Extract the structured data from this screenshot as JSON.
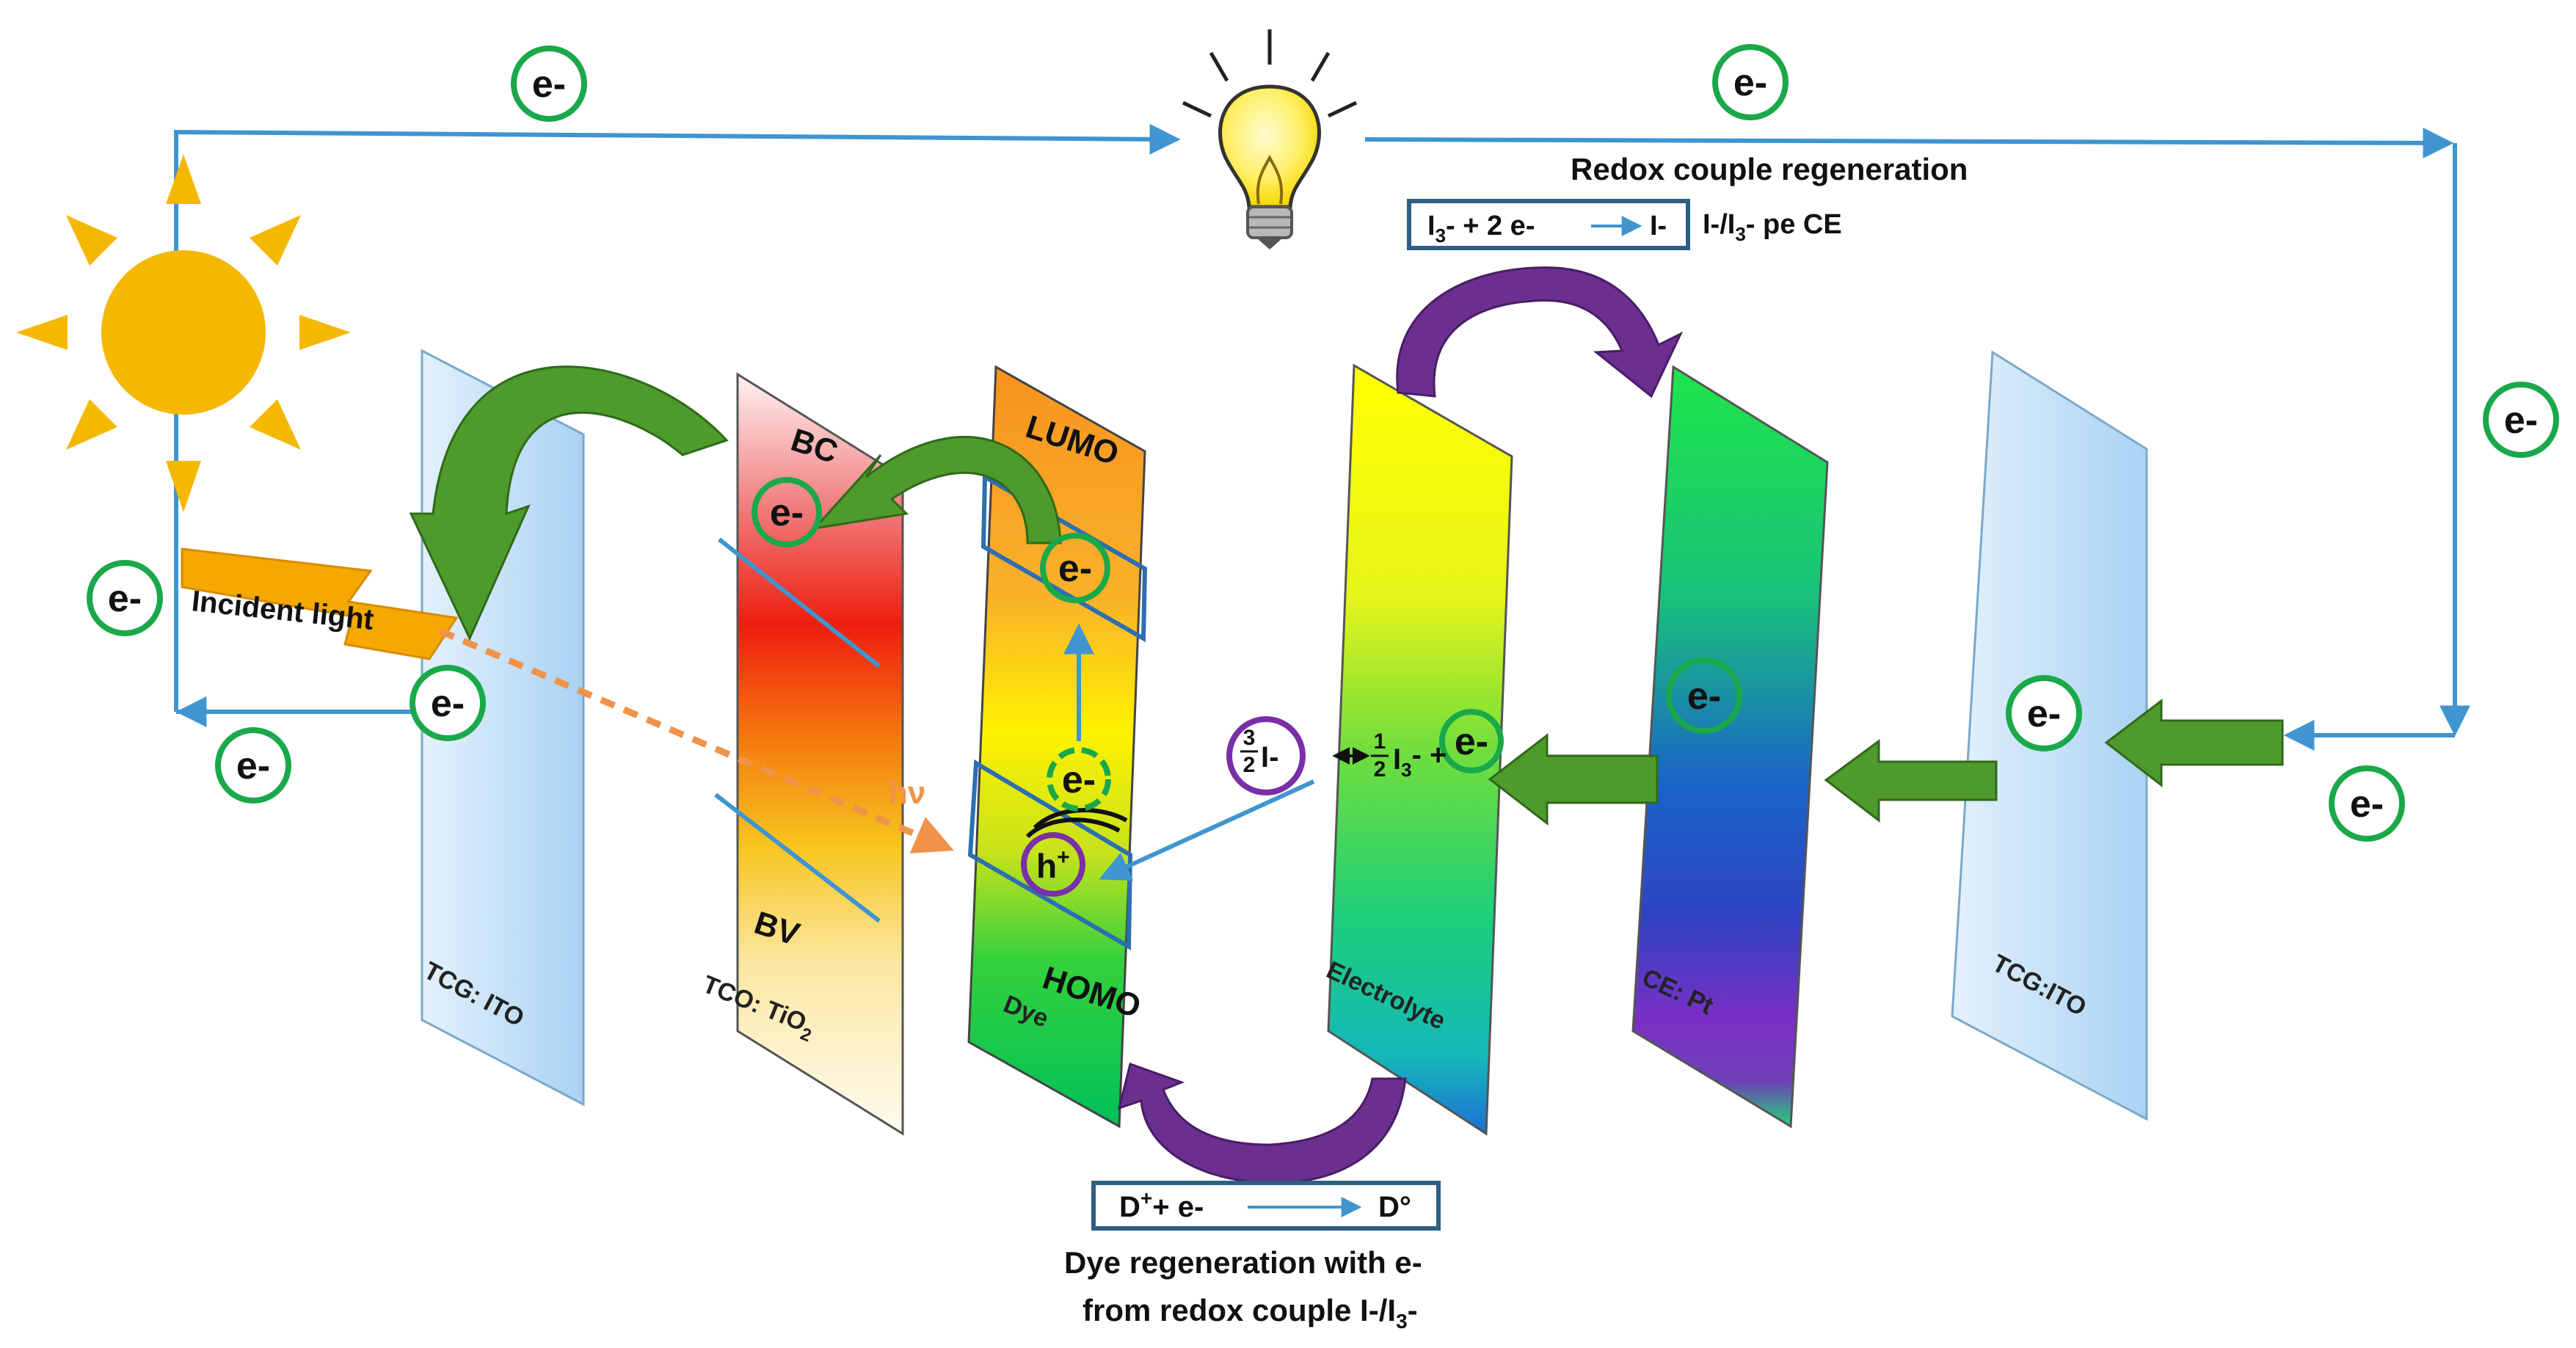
{
  "electron": "e-",
  "incident_light": "Incident light",
  "hv": "hν",
  "colors": {
    "wire": "#3f95d0",
    "ring": "#1aa84a",
    "arrow_green": "#4e9a2c",
    "arrow_purple": "#6b2f8f",
    "sun": "#f5b800",
    "hv": "#f0934a"
  },
  "panels": {
    "tcg_left": "TCG: ITO",
    "tco": "TCO: TiO",
    "tco_sub": "2",
    "dye": "Dye",
    "electrolyte": "Electrolyte",
    "ce": "CE: Pt",
    "tcg_right": "TCG:ITO"
  },
  "levels": {
    "bc": "BC",
    "bv": "BV",
    "lumo": "LUMO",
    "homo": "HOMO"
  },
  "hole": "h",
  "hole_sup": "+",
  "redox": {
    "title": "Redox couple regeneration",
    "eq_left": "I",
    "eq_sub3": "3",
    "eq_rest": "- + 2 e-",
    "eq_right": "I-",
    "side": "I-/I",
    "side_sub": "3",
    "side_rest": "- pe CE"
  },
  "electrolyte_eq": {
    "frac3_num": "3",
    "frac3_den": "2",
    "iodide": "I-",
    "frac1_num": "1",
    "frac1_den": "2",
    "triiodide": "I",
    "tri_sub": "3",
    "tri_rest": "- +"
  },
  "dye_regen": {
    "eq_left": "D",
    "eq_sup": "+",
    "eq_rest": "+ e-",
    "eq_right": "D°",
    "line1": "Dye regeneration with e-",
    "line2": "from redox couple I-/I",
    "line2_sub": "3",
    "line2_end": "-"
  }
}
